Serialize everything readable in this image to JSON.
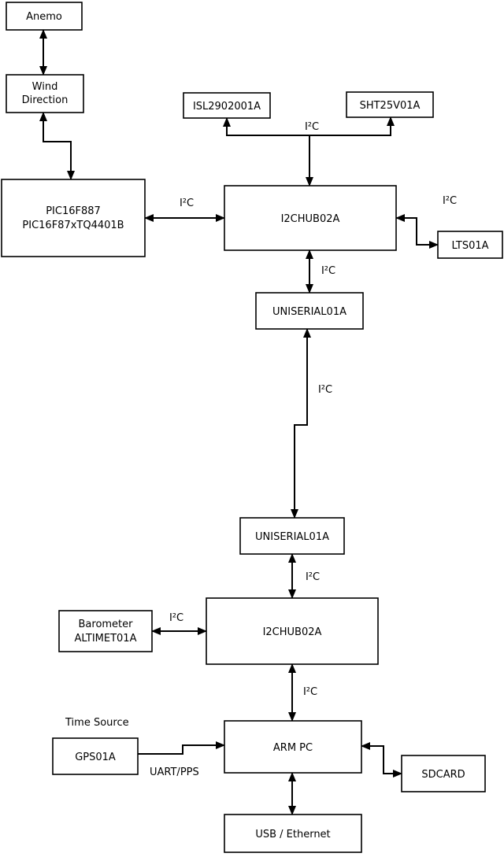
{
  "diagram": {
    "nodes": {
      "anemo": {
        "label": "Anemo"
      },
      "wind_direction": {
        "line1": "Wind",
        "line2": "Direction"
      },
      "pic": {
        "line1": "PIC16F887",
        "line2": "PIC16F87xTQ4401B"
      },
      "isl": {
        "label": "ISL2902001A"
      },
      "sht": {
        "label": "SHT25V01A"
      },
      "i2chub_top": {
        "label": "I2CHUB02A"
      },
      "lts": {
        "label": "LTS01A"
      },
      "uniserial_top": {
        "label": "UNISERIAL01A"
      },
      "uniserial_bottom": {
        "label": "UNISERIAL01A"
      },
      "i2chub_bottom": {
        "label": "I2CHUB02A"
      },
      "barometer": {
        "line1": "Barometer",
        "line2": "ALTIMET01A"
      },
      "gps": {
        "label": "GPS01A"
      },
      "arm_pc": {
        "label": "ARM PC"
      },
      "sdcard": {
        "label": "SDCARD"
      },
      "usb_ethernet": {
        "label": "USB / Ethernet"
      }
    },
    "edge_labels": {
      "i2c": "I²C",
      "uart_pps": "UART/PPS",
      "time_source": "Time Source"
    },
    "colors": {
      "line": "#000000",
      "box_fill": "#ffffff",
      "background": "#ffffff"
    }
  }
}
